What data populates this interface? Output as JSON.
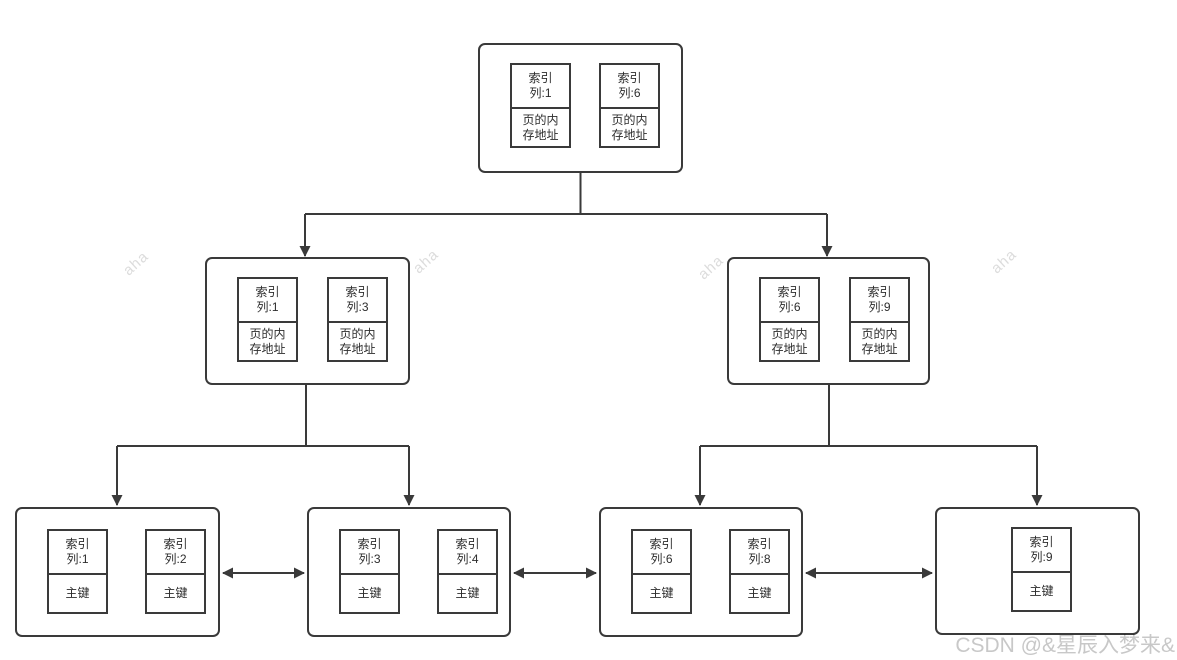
{
  "diagram_type": "btree-index-structure",
  "colors": {
    "line": "#3a3a3a",
    "text": "#2d2d2d",
    "background": "#ffffff",
    "aha_watermark": "#dcdcdc",
    "csdn_watermark": "#c8c8c8"
  },
  "watermarks": {
    "aha": "aha",
    "csdn": "CSDN @&星辰入梦来&"
  },
  "nodes": [
    {
      "id": "root",
      "cells": [
        {
          "key": "索引\n列:1",
          "value": "页的内\n存地址"
        },
        {
          "key": "索引\n列:6",
          "value": "页的内\n存地址"
        }
      ]
    },
    {
      "id": "internal-left",
      "cells": [
        {
          "key": "索引\n列:1",
          "value": "页的内\n存地址"
        },
        {
          "key": "索引\n列:3",
          "value": "页的内\n存地址"
        }
      ]
    },
    {
      "id": "internal-right",
      "cells": [
        {
          "key": "索引\n列:6",
          "value": "页的内\n存地址"
        },
        {
          "key": "索引\n列:9",
          "value": "页的内\n存地址"
        }
      ]
    },
    {
      "id": "leaf-1",
      "cells": [
        {
          "key": "索引\n列:1",
          "value": "主键"
        },
        {
          "key": "索引\n列:2",
          "value": "主键"
        }
      ]
    },
    {
      "id": "leaf-2",
      "cells": [
        {
          "key": "索引\n列:3",
          "value": "主键"
        },
        {
          "key": "索引\n列:4",
          "value": "主键"
        }
      ]
    },
    {
      "id": "leaf-3",
      "cells": [
        {
          "key": "索引\n列:6",
          "value": "主键"
        },
        {
          "key": "索引\n列:8",
          "value": "主键"
        }
      ]
    },
    {
      "id": "leaf-4",
      "cells": [
        {
          "key": "索引\n列:9",
          "value": "主键"
        }
      ]
    }
  ]
}
